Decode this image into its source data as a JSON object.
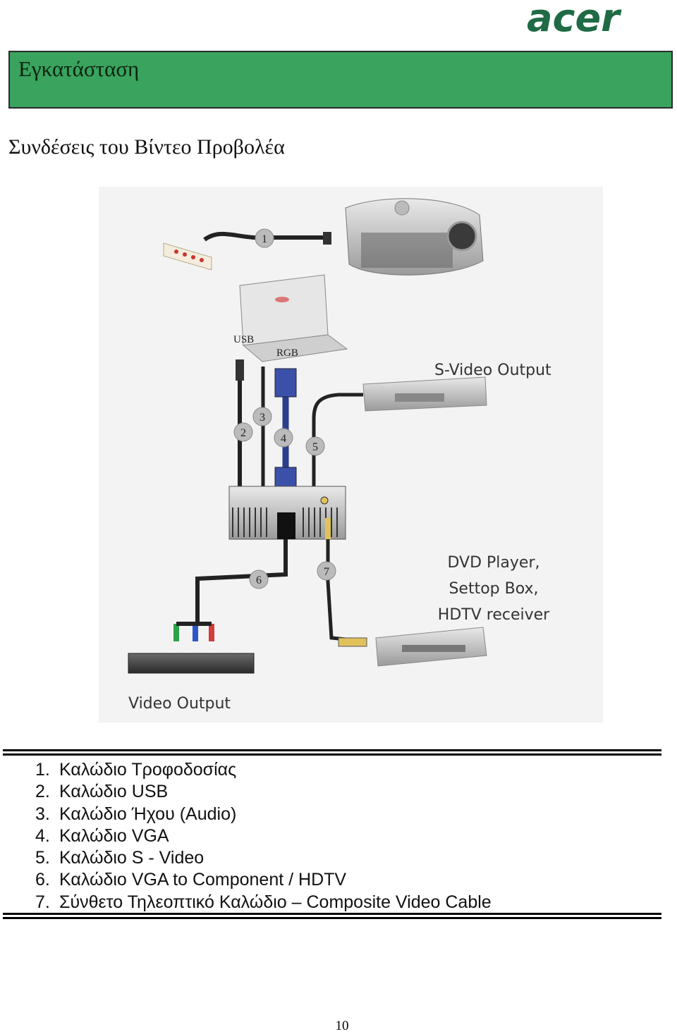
{
  "brand": {
    "logo_text": "acer",
    "color": "#1f6b45"
  },
  "section": {
    "title": "Εγκατάσταση",
    "color": "#3aa35e"
  },
  "page_title": "Συνδέσεις του Βίντεο Προβολέα",
  "diagram": {
    "port_labels": {
      "usb": "USB",
      "rgb": "RGB"
    },
    "callouts": [
      "1",
      "2",
      "3",
      "4",
      "5",
      "6",
      "7"
    ],
    "captions": {
      "svideo": "S-Video Output",
      "dvd_line1": "DVD Player,",
      "dvd_line2": "Settop Box,",
      "dvd_line3": "HDTV receiver",
      "video_out": "Video Output"
    }
  },
  "legend": {
    "items": [
      {
        "num": "1.",
        "label": "Καλώδιο Τροφοδοσίας"
      },
      {
        "num": "2.",
        "label": "Καλώδιο USB"
      },
      {
        "num": "3.",
        "label": "Καλώδιο Ήχου (Audio)"
      },
      {
        "num": "4.",
        "label": "Καλώδιο VGA"
      },
      {
        "num": "5.",
        "label": "Καλώδιο S - Video"
      },
      {
        "num": "6.",
        "label": "Καλώδιο VGA to Component / HDTV"
      },
      {
        "num": "7.",
        "label": "Σύνθετο Τηλεοπτικό Καλώδιο – Composite Video Cable"
      }
    ]
  },
  "page_number": "10"
}
